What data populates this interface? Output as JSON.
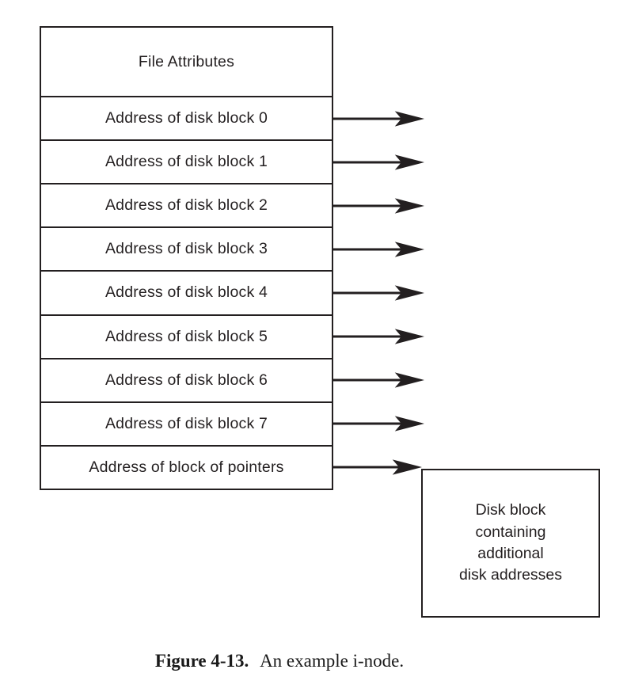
{
  "colors": {
    "ink": "#231f20",
    "background": "#ffffff"
  },
  "inode": {
    "attributes_label": "File Attributes",
    "rows": [
      {
        "label": "Address of disk block 0"
      },
      {
        "label": "Address of disk block 1"
      },
      {
        "label": "Address of disk block 2"
      },
      {
        "label": "Address of disk block 3"
      },
      {
        "label": "Address of disk block 4"
      },
      {
        "label": "Address of disk block 5"
      },
      {
        "label": "Address of disk block 6"
      },
      {
        "label": "Address of disk block 7"
      },
      {
        "label": "Address of block of pointers"
      }
    ]
  },
  "disk_block": {
    "label": "Disk block\ncontaining\nadditional\ndisk addresses"
  },
  "caption": {
    "figure_label": "Figure 4-13.",
    "text": "An example i-node."
  }
}
